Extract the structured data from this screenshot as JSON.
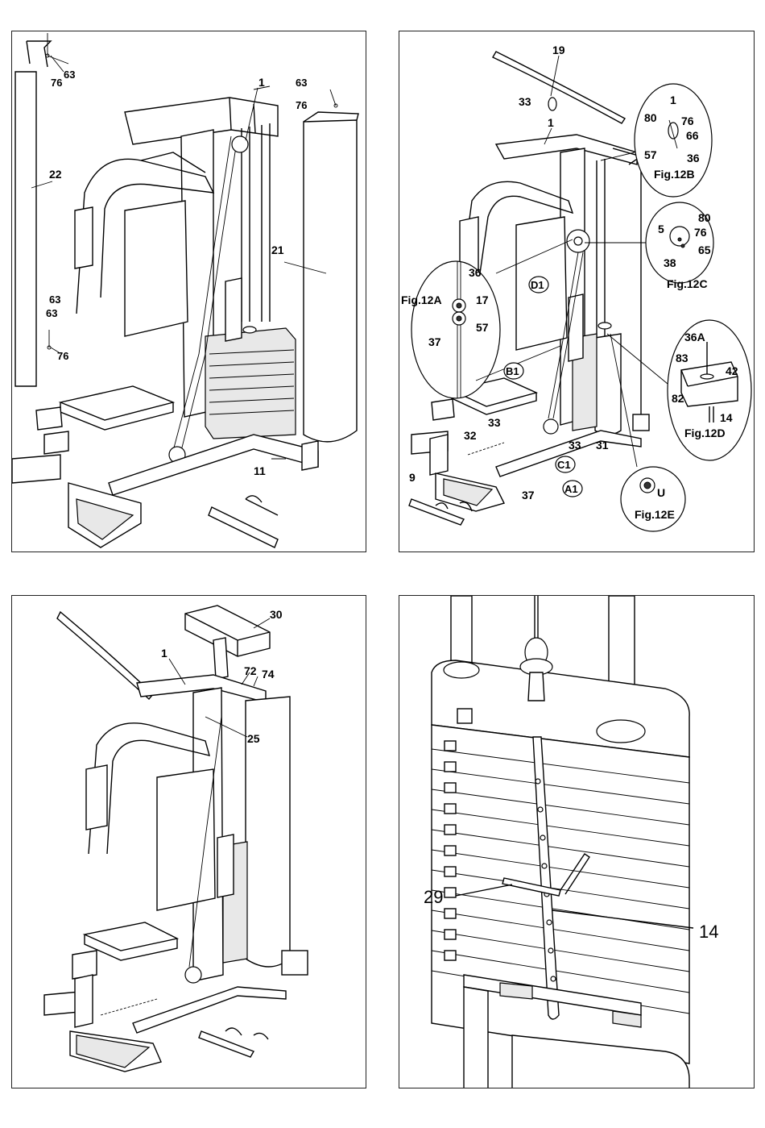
{
  "panel1": {
    "labels": {
      "p63a": "63",
      "p76a": "76",
      "p1": "1",
      "p63b": "63",
      "p76b": "76",
      "p22": "22",
      "p21": "21",
      "p63c": "63",
      "p63d": "63",
      "p76c": "76",
      "p11": "11"
    }
  },
  "panel2": {
    "labels": {
      "p19": "19",
      "p33a": "33",
      "p1": "1",
      "p57a": "57",
      "p36a": "36",
      "p17": "17",
      "p57b": "57",
      "p37a": "37",
      "p33b": "33",
      "p32": "32",
      "p33c": "33",
      "p31": "31",
      "p9": "9",
      "p37b": "37"
    },
    "fig12B": {
      "caption": "Fig.12B",
      "p1": "1",
      "p80": "80",
      "p76": "76",
      "p66": "66",
      "p36": "36"
    },
    "fig12C": {
      "caption": "Fig.12C",
      "p5": "5",
      "p80": "80",
      "p76": "76",
      "p65": "65",
      "p38": "38"
    },
    "fig12A": {
      "caption": "Fig.12A"
    },
    "fig12D": {
      "caption": "Fig.12D",
      "p36A": "36A",
      "p83": "83",
      "p42": "42",
      "p82": "82",
      "p14": "14"
    },
    "fig12E": {
      "caption": "Fig.12E",
      "pU": "U"
    },
    "circled": {
      "D1": "D1",
      "B1": "B1",
      "C1": "C1",
      "A1": "A1"
    }
  },
  "panel3": {
    "labels": {
      "p30": "30",
      "p1": "1",
      "p72": "72",
      "p74": "74",
      "p25": "25"
    }
  },
  "panel4": {
    "labels": {
      "p29": "29",
      "p14": "14"
    }
  }
}
